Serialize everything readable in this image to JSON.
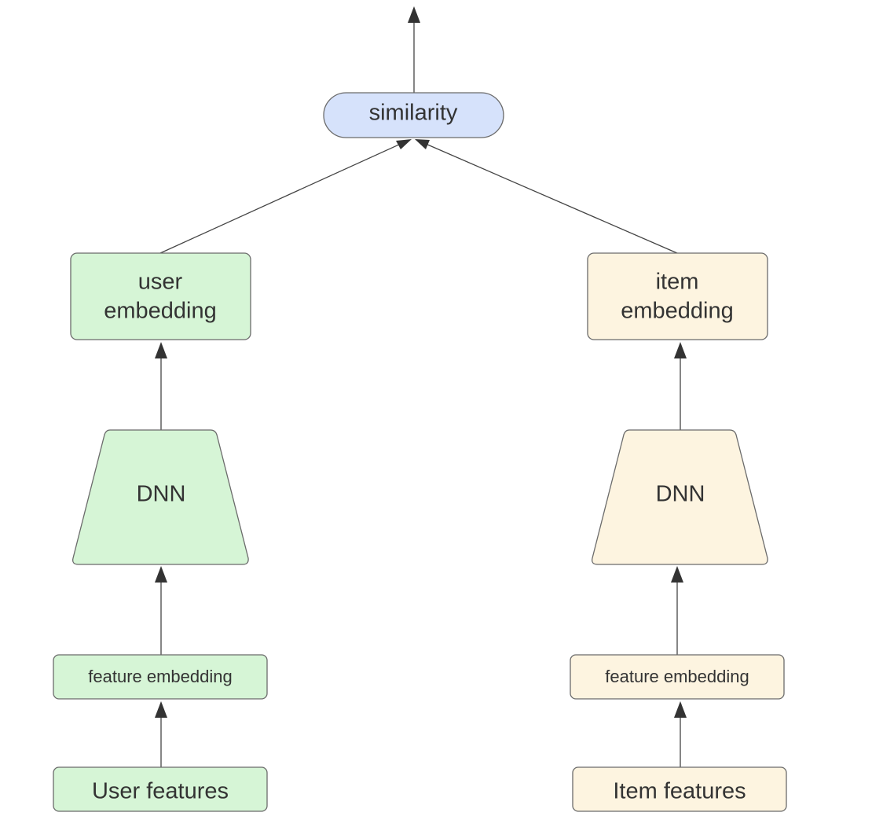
{
  "diagram": {
    "similarity": "similarity",
    "user_tower": {
      "embedding_line1": "user",
      "embedding_line2": "embedding",
      "dnn": "DNN",
      "feature_embedding": "feature embedding",
      "features": "User features"
    },
    "item_tower": {
      "embedding_line1": "item",
      "embedding_line2": "embedding",
      "dnn": "DNN",
      "feature_embedding": "feature embedding",
      "features": "Item features"
    }
  },
  "colors": {
    "user_fill": "#d6f5d6",
    "item_fill": "#fdf4e0",
    "similarity_fill": "#d6e2fb",
    "border": "#6b6b6b",
    "edge": "#444444",
    "text": "#333333"
  }
}
